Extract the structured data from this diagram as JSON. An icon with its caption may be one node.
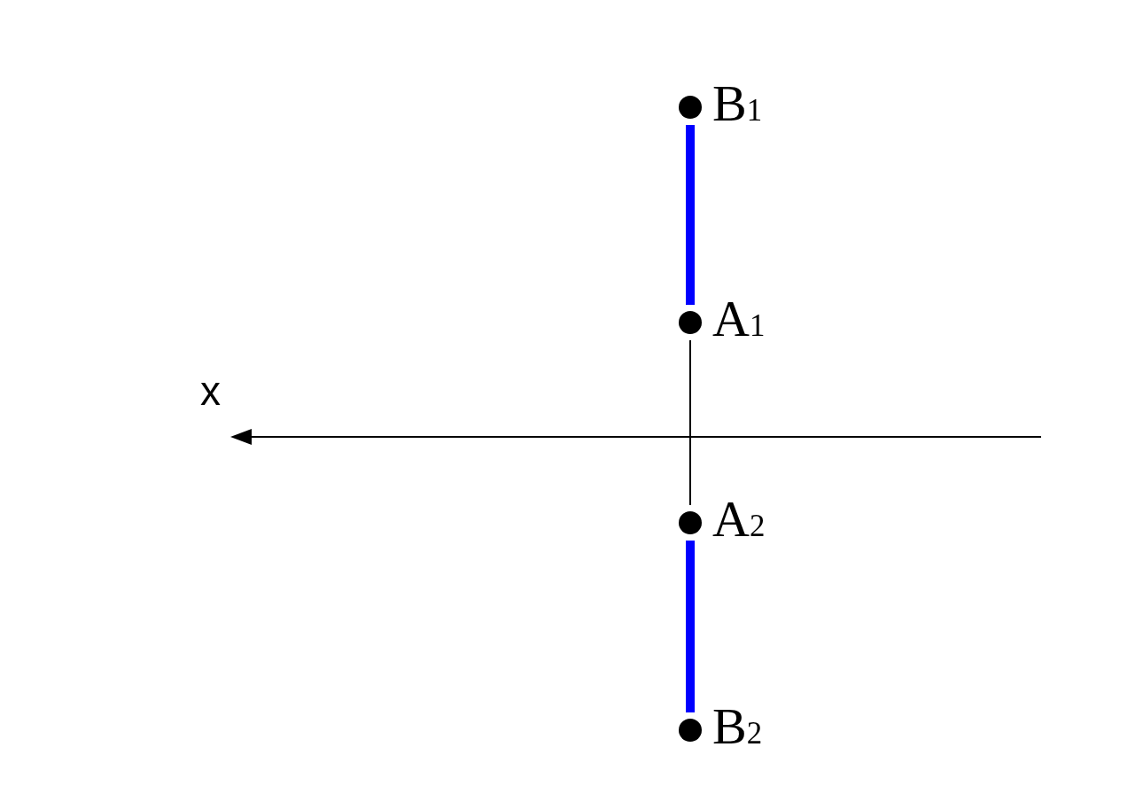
{
  "diagram": {
    "nodes": [
      {
        "text": [
          "B$_{1}$"
        ]
      },
      {
        "text": [
          "A$_{1}$"
        ]
      },
      {
        "text": [
          "A$_{2}$"
        ]
      },
      {
        "text": [
          "B$_{2}$"
        ]
      }
    ],
    "edges": [
      {
        "from": 0,
        "to": 1,
        "arrow": "none"
      },
      {
        "from": 1,
        "to": 2,
        "arrow": "none",
        "color": "#000000"
      },
      {
        "from": 2,
        "to": 3,
        "arrow": "none"
      }
    ],
    "labels": [
      "x"
    ]
  }
}
